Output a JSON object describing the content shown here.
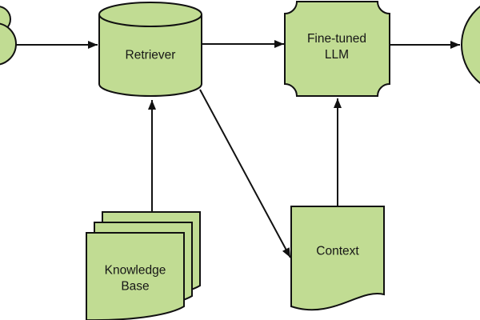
{
  "colors": {
    "node_fill": "#c1dc93",
    "node_stroke": "#111111",
    "arrow": "#111111",
    "text": "#161616",
    "background": "#ffffff"
  },
  "nodes": {
    "retriever": {
      "label": "Retriever",
      "shape": "database-cylinder"
    },
    "fine_tuned_llm": {
      "label_line1": "Fine-tuned",
      "label_line2": "LLM",
      "shape": "concave-corner-rectangle"
    },
    "knowledge_base": {
      "label_line1": "Knowledge",
      "label_line2": "Base",
      "shape": "multi-document-stack"
    },
    "context": {
      "label": "Context",
      "shape": "document"
    },
    "input_partial": {
      "shape": "cloud-clipped-at-left-edge"
    },
    "output_partial": {
      "shape": "circle-clipped-at-right-edge"
    }
  },
  "edges": [
    {
      "from": "input_partial",
      "to": "retriever"
    },
    {
      "from": "retriever",
      "to": "fine_tuned_llm"
    },
    {
      "from": "fine_tuned_llm",
      "to": "output_partial"
    },
    {
      "from": "knowledge_base",
      "to": "retriever"
    },
    {
      "from": "retriever",
      "to": "context"
    },
    {
      "from": "context",
      "to": "fine_tuned_llm"
    }
  ]
}
